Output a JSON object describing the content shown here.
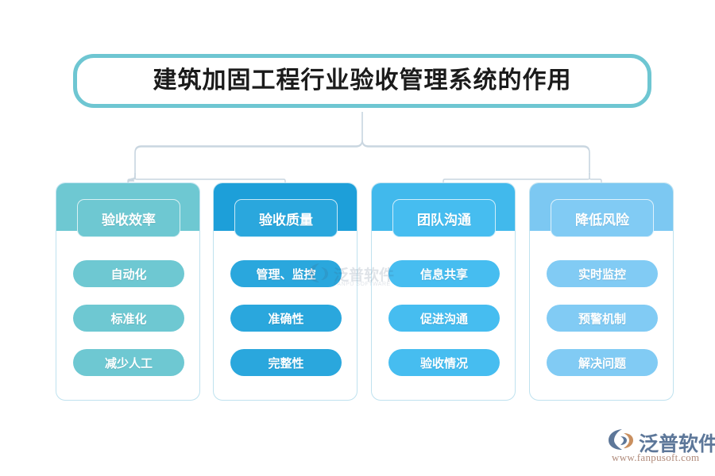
{
  "title": {
    "text": "建筑加固工程行业验收管理系统的作用"
  },
  "colors": {
    "title_border": "#6ec6d2",
    "card_border": "#bfe2ef",
    "connector": "#c9d6e0",
    "background": "#ffffff",
    "column_1": "#6ec8d2",
    "column_2": "#1d9fd9",
    "column_3": "#41b9ec",
    "column_4": "#7cc8f2",
    "logo_text": "#5d7799",
    "logo_url": "#b08a7a"
  },
  "columns": [
    {
      "id": "acceptance-efficiency",
      "header": "验收效率",
      "band_color": "#6ec8d2",
      "header_color": "#6ec8d2",
      "pill_color": "#6ec8d2",
      "items": [
        "自动化",
        "标准化",
        "减少人工"
      ]
    },
    {
      "id": "acceptance-quality",
      "header": "验收质量",
      "band_color": "#1d9fd9",
      "header_color": "#2aa7dd",
      "pill_color": "#2aa7dd",
      "items": [
        "管理、监控",
        "准确性",
        "完整性"
      ]
    },
    {
      "id": "team-communication",
      "header": "团队沟通",
      "band_color": "#41b9ec",
      "header_color": "#46bdf0",
      "pill_color": "#46bdf0",
      "items": [
        "信息共享",
        "促进沟通",
        "验收情况"
      ]
    },
    {
      "id": "reduce-risk",
      "header": "降低风险",
      "band_color": "#7cc8f2",
      "header_color": "#81cbf4",
      "pill_color": "#81cbf4",
      "items": [
        "实时监控",
        "预警机制",
        "解决问题"
      ]
    }
  ],
  "watermark": {
    "text": "泛普软件",
    "subtext": "FANPU SOFTWARE"
  },
  "logo": {
    "name": "泛普软件",
    "url": "www.fanpusoft.com"
  }
}
